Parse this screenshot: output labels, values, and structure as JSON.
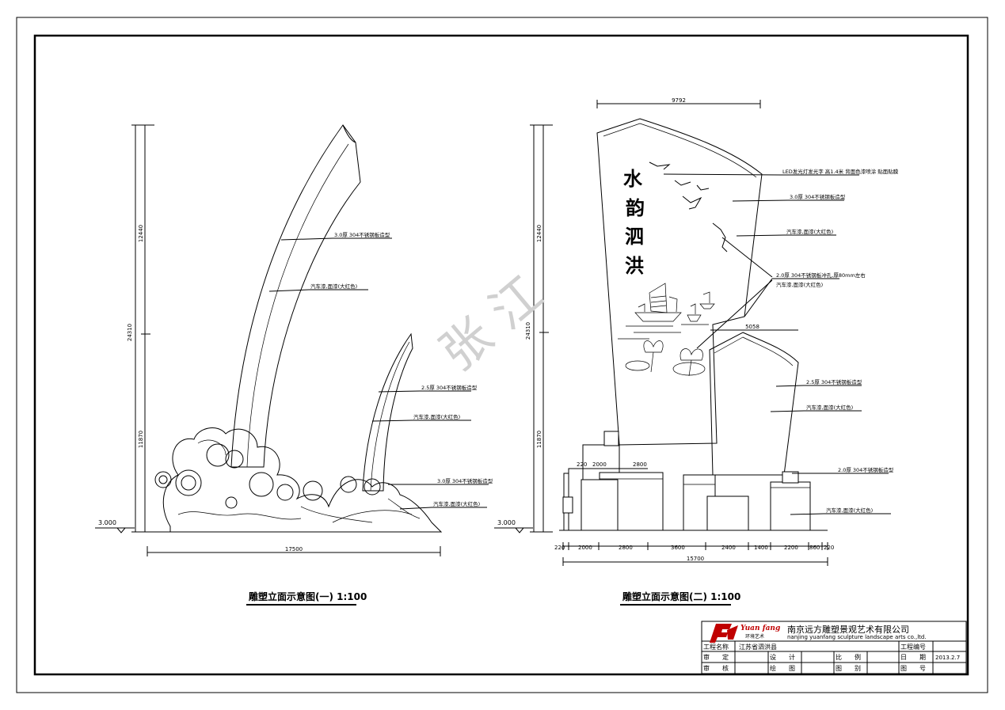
{
  "drawing1": {
    "title": "雕塑立面示意图(一)  1:100",
    "elev": "3.000",
    "dim_total_h": "24310",
    "dim_upper": "12440",
    "dim_lower": "11870",
    "dim_width": "17500",
    "notes": [
      "3.0厚 304不锈钢板造型",
      "汽车漆,面漆(大红色)",
      "2.5厚 304不锈钢板造型",
      "汽车漆,面漆(大红色)",
      "3.0厚 304不锈钢板造型",
      "汽车漆,面漆(大红色)"
    ]
  },
  "drawing2": {
    "title": "雕塑立面示意图(二)  1:100",
    "elev": "3.000",
    "dim_top": "9792",
    "dim_mid": "5058",
    "dim_total_h": "24310",
    "dim_upper": "12440",
    "dim_lower": "11870",
    "calligraphy": [
      "水",
      "韵",
      "泗",
      "洪"
    ],
    "notes": [
      "LED发光灯发光字 高1.4米 背面色漆喷涂 贴面贴膜",
      "3.0厚 304不锈钢板造型",
      "汽车漆,面漆(大红色)",
      "2.0厚 304不锈钢板冲孔,厚80mm左右",
      "汽车漆,面漆(大红色)",
      "2.5厚 304不锈钢板造型",
      "汽车漆,面漆(大红色)",
      "2.0厚 304不锈钢板造型",
      "汽车漆,面漆(大红色)"
    ],
    "top_dims": [
      "220",
      "2000",
      "2800"
    ],
    "base_dims": [
      "220",
      "2000",
      "2800",
      "3600",
      "2400",
      "1400",
      "2200",
      "860",
      "220"
    ],
    "dim_width": "15700"
  },
  "watermark": "张 江",
  "title_block": {
    "logo_script": "Yuan fang",
    "logo_sub": "环境艺术",
    "company_cn": "南京远方雕塑景观艺术有限公司",
    "company_en": "nanjing yuanfang sculpture landscape arts co.,ltd.",
    "project_label": "工程名称",
    "project_value": "江苏省泗洪县",
    "project_no_label": "工程编号",
    "row2": [
      "审　　定",
      "设　　计",
      "比　　例",
      "日　　期"
    ],
    "date_value": "2013.2.7",
    "row3": [
      "审　　核",
      "绘　　图",
      "图　　别",
      "图　　号"
    ]
  }
}
